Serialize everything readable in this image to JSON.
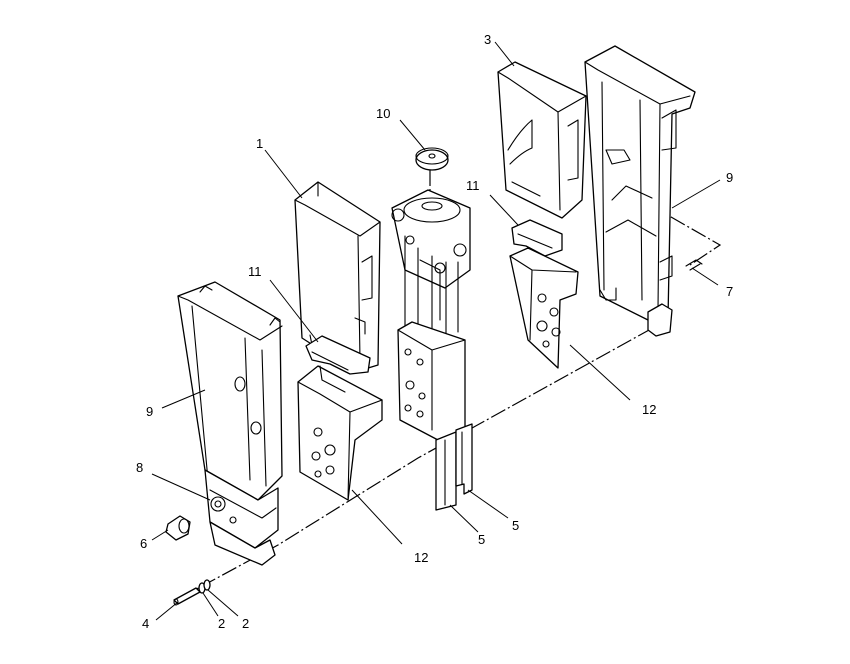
{
  "callouts": {
    "c1": "1",
    "c2a": "2",
    "c2b": "2",
    "c3": "3",
    "c4": "4",
    "c5a": "5",
    "c5b": "5",
    "c6": "6",
    "c7": "7",
    "c8": "8",
    "c9a": "9",
    "c9b": "9",
    "c10": "10",
    "c11a": "11",
    "c11b": "11",
    "c12a": "12",
    "c12b": "12"
  }
}
